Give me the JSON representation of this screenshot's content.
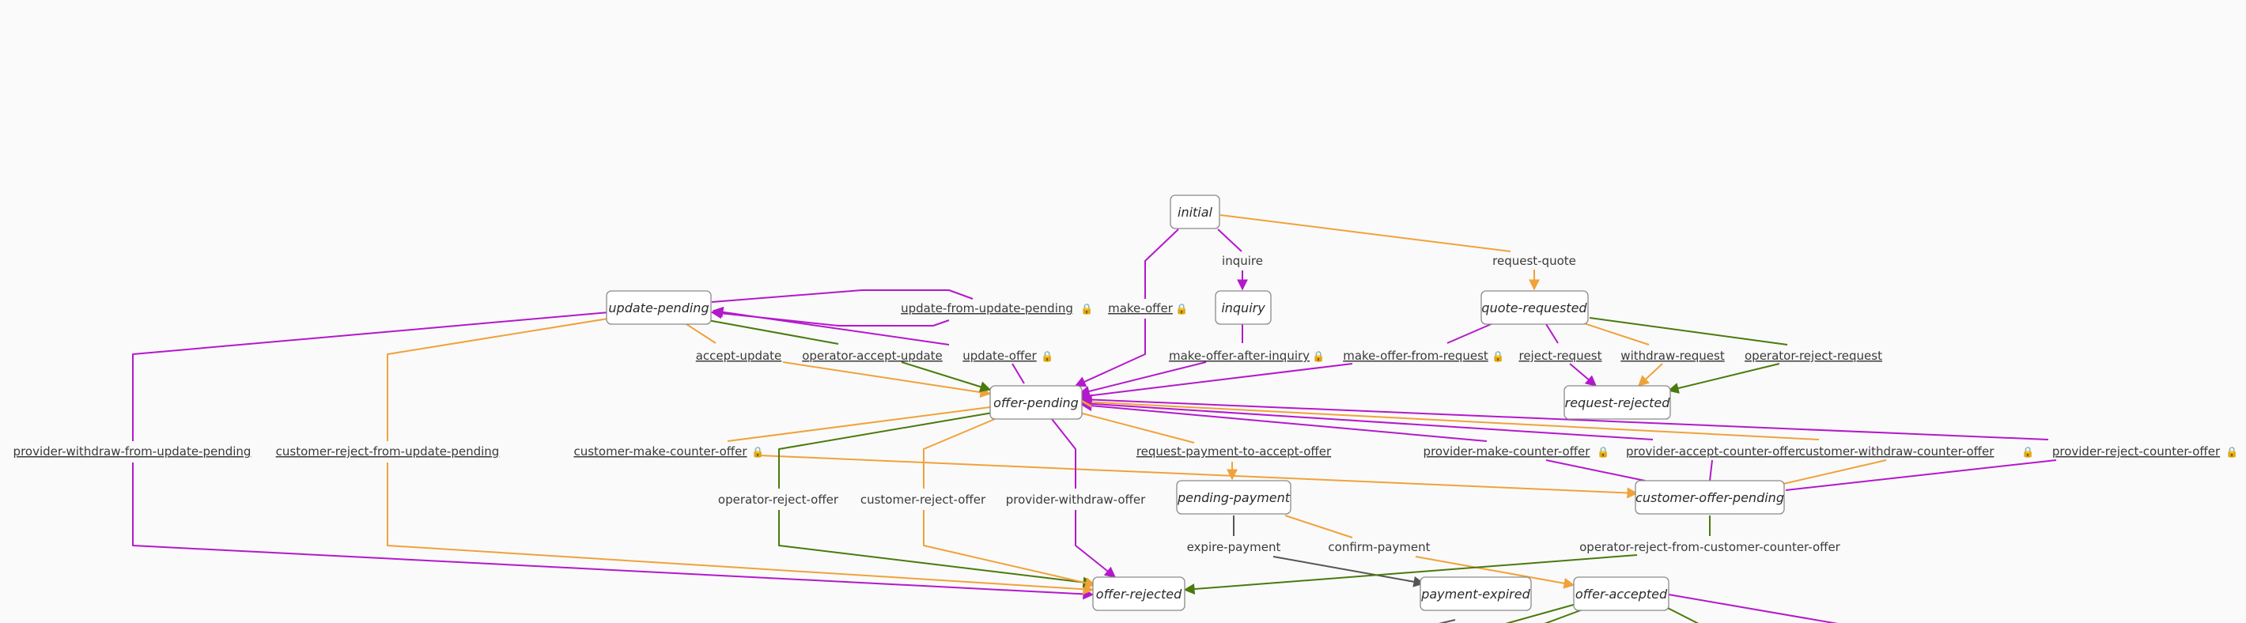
{
  "colors": {
    "orange": "#f0a23a",
    "green": "#4a7a0c",
    "purple": "#b418cc",
    "gray": "#555555",
    "background": "#fafafa"
  },
  "states": {
    "initial": "initial",
    "update_pending": "update-pending",
    "inquiry": "inquiry",
    "quote_requested": "quote-requested",
    "offer_pending": "offer-pending",
    "request_rejected": "request-rejected",
    "pending_payment": "pending-payment",
    "customer_offer_pending": "customer-offer-pending",
    "offer_rejected": "offer-rejected",
    "payment_expired": "payment-expired",
    "offer_accepted": "offer-accepted"
  },
  "transitions": {
    "inquire": "inquire",
    "request_quote": "request-quote",
    "make_offer": "make-offer",
    "update_from_update_pending": "update-from-update-pending",
    "make_offer_after_inquiry": "make-offer-after-inquiry",
    "make_offer_from_request": "make-offer-from-request",
    "reject_request": "reject-request",
    "withdraw_request": "withdraw-request",
    "operator_reject_request": "operator-reject-request",
    "accept_update": "accept-update",
    "operator_accept_update": "operator-accept-update",
    "update_offer": "update-offer",
    "provider_withdraw_from_update_pending": "provider-withdraw-from-update-pending",
    "customer_reject_from_update_pending": "customer-reject-from-update-pending",
    "customer_make_counter_offer": "customer-make-counter-offer",
    "request_payment_to_accept_offer": "request-payment-to-accept-offer",
    "provider_make_counter_offer": "provider-make-counter-offer",
    "provider_accept_counter_offer": "provider-accept-counter-offer",
    "customer_withdraw_counter_offer": "customer-withdraw-counter-offer",
    "provider_reject_counter_offer": "provider-reject-counter-offer",
    "operator_reject_offer": "operator-reject-offer",
    "customer_reject_offer": "customer-reject-offer",
    "provider_withdraw_offer": "provider-withdraw-offer",
    "expire_payment": "expire-payment",
    "confirm_payment": "confirm-payment",
    "operator_reject_from_customer_counter_offer": "operator-reject-from-customer-counter-offer"
  }
}
